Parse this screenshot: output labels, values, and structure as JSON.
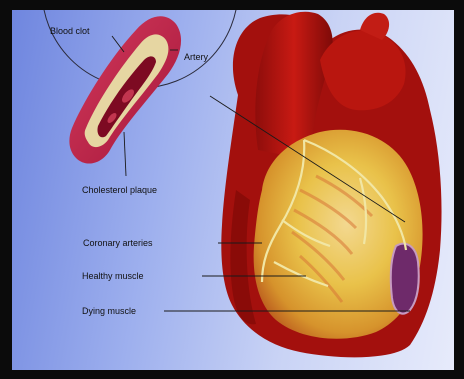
{
  "labels": {
    "blood_clot": "Blood clot",
    "artery": "Artery",
    "cholesterol_plaque": "Cholesterol plaque",
    "coronary_arteries": "Coronary arteries",
    "healthy_muscle": "Healthy muscle",
    "dying_muscle": "Dying muscle"
  },
  "colors": {
    "heart_red": "#b3120f",
    "muscle_yellow": "#e7c13a",
    "artery_wall": "#c9214a",
    "plaque": "#e8dca8",
    "background_left": "#6f86df",
    "background_right": "#e7ebfb"
  }
}
